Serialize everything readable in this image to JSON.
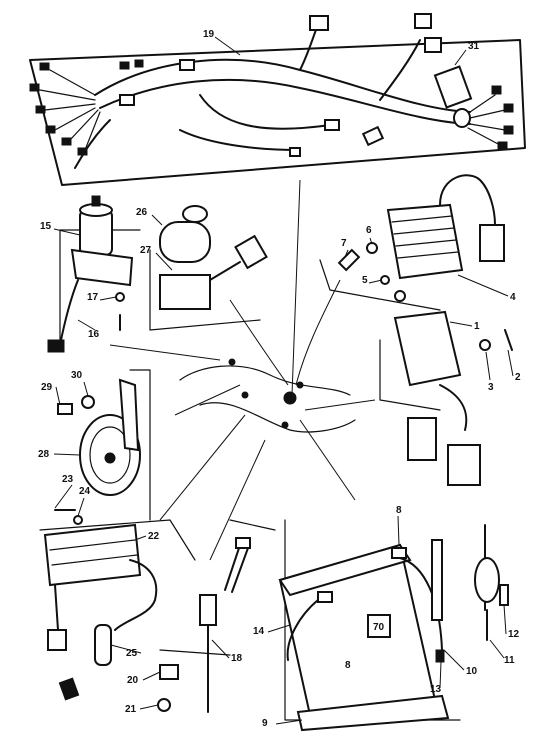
{
  "diagram": {
    "callouts": [
      {
        "id": "c1",
        "text": "1"
      },
      {
        "id": "c2",
        "text": "2"
      },
      {
        "id": "c3",
        "text": "3"
      },
      {
        "id": "c4",
        "text": "4"
      },
      {
        "id": "c5",
        "text": "5"
      },
      {
        "id": "c6",
        "text": "6"
      },
      {
        "id": "c7",
        "text": "7"
      },
      {
        "id": "c8",
        "text": "8"
      },
      {
        "id": "c9",
        "text": "9"
      },
      {
        "id": "c10",
        "text": "10"
      },
      {
        "id": "c11",
        "text": "11"
      },
      {
        "id": "c12",
        "text": "12"
      },
      {
        "id": "c13",
        "text": "13"
      },
      {
        "id": "c14",
        "text": "14"
      },
      {
        "id": "c15",
        "text": "15"
      },
      {
        "id": "c16",
        "text": "16"
      },
      {
        "id": "c17",
        "text": "17"
      },
      {
        "id": "c18",
        "text": "18"
      },
      {
        "id": "c19",
        "text": "19"
      },
      {
        "id": "c20",
        "text": "20"
      },
      {
        "id": "c21",
        "text": "21"
      },
      {
        "id": "c22",
        "text": "22"
      },
      {
        "id": "c23",
        "text": "23"
      },
      {
        "id": "c24",
        "text": "24"
      },
      {
        "id": "c25",
        "text": "25"
      },
      {
        "id": "c26",
        "text": "26"
      },
      {
        "id": "c27",
        "text": "27"
      },
      {
        "id": "c28",
        "text": "28"
      },
      {
        "id": "c29",
        "text": "29"
      },
      {
        "id": "c30",
        "text": "30"
      },
      {
        "id": "c31",
        "text": "31"
      }
    ],
    "battery_labels": {
      "stamp_a": "70",
      "stamp_b": "8"
    }
  }
}
